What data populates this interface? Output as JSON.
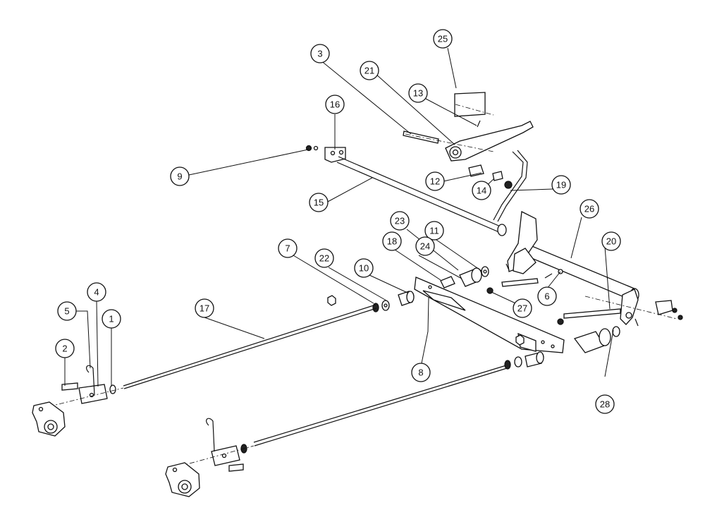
{
  "diagram": {
    "callouts": [
      {
        "label": "1"
      },
      {
        "label": "2"
      },
      {
        "label": "3"
      },
      {
        "label": "4"
      },
      {
        "label": "5"
      },
      {
        "label": "6"
      },
      {
        "label": "7"
      },
      {
        "label": "8"
      },
      {
        "label": "9"
      },
      {
        "label": "10"
      },
      {
        "label": "11"
      },
      {
        "label": "12"
      },
      {
        "label": "13"
      },
      {
        "label": "14"
      },
      {
        "label": "15"
      },
      {
        "label": "16"
      },
      {
        "label": "17"
      },
      {
        "label": "18"
      },
      {
        "label": "19"
      },
      {
        "label": "20"
      },
      {
        "label": "21"
      },
      {
        "label": "22"
      },
      {
        "label": "23"
      },
      {
        "label": "24"
      },
      {
        "label": "25"
      },
      {
        "label": "26"
      },
      {
        "label": "27"
      },
      {
        "label": "28"
      }
    ],
    "caption": "",
    "colors": {
      "line": "#111111",
      "background": "#ffffff"
    }
  }
}
